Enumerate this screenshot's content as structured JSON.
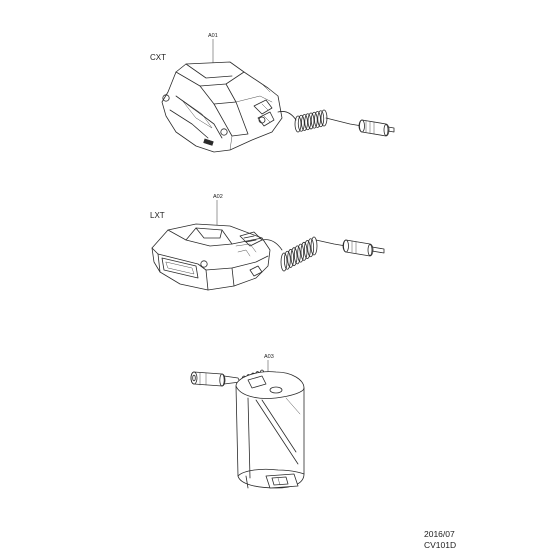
{
  "diagram": {
    "groups": [
      {
        "label": "CXT",
        "part": "A01"
      },
      {
        "label": "LXT",
        "part": "A02"
      },
      {
        "label": "",
        "part": "A03"
      }
    ],
    "footer": {
      "date": "2016/07",
      "model": "CV101D"
    }
  }
}
